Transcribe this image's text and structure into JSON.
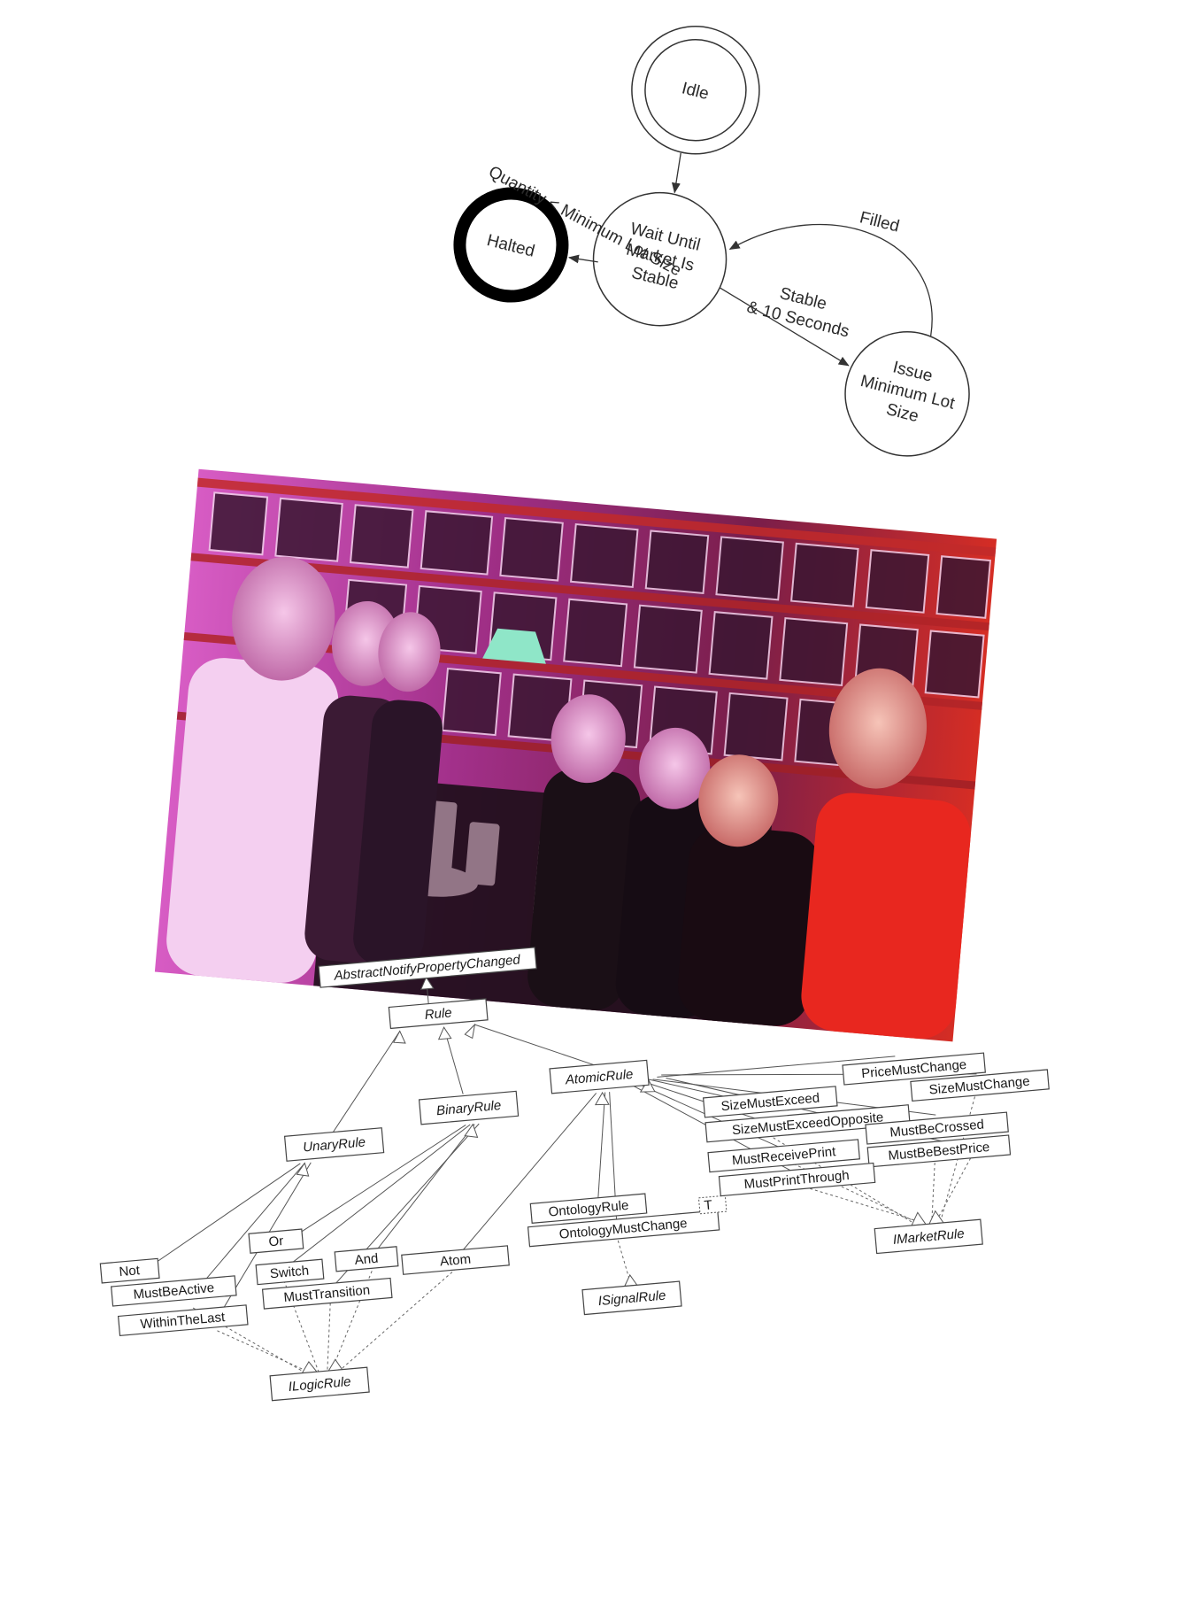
{
  "state_diagram": {
    "states": [
      {
        "id": "idle",
        "label_lines": [
          "Idle"
        ]
      },
      {
        "id": "wait",
        "label_lines": [
          "Wait Until",
          "Market Is",
          "Stable"
        ]
      },
      {
        "id": "halted",
        "label_lines": [
          "Halted"
        ]
      },
      {
        "id": "issue",
        "label_lines": [
          "Issue",
          "Minimum Lot",
          "Size"
        ]
      }
    ],
    "transitions": {
      "filled": "Filled",
      "quantity": "Quantity < Minimum Lot Size",
      "stable_1": "Stable",
      "stable_2": "& 10 Seconds"
    }
  },
  "photo": {
    "description_hidden": true,
    "palette": {
      "magenta": "#c2399a",
      "red": "#e8271f",
      "dark": "#1c0e18",
      "pink": "#f2b6e6",
      "lamp": "#8fe6c8"
    }
  },
  "class_diagram": {
    "classes": {
      "abstract": "AbstractNotifyPropertyChanged",
      "rule": "Rule",
      "unary": "UnaryRule",
      "binary": "BinaryRule",
      "atomic": "AtomicRule",
      "not": "Not",
      "must_be_active": "MustBeActive",
      "within_the_last": "WithinTheLast",
      "or": "Or",
      "switch": "Switch",
      "and": "And",
      "must_transition": "MustTransition",
      "atom": "Atom",
      "ontology_rule": "OntologyRule",
      "ontology_must_change": "OntologyMustChange",
      "t_param": "T",
      "size_must_exceed": "SizeMustExceed",
      "price_must_change": "PriceMustChange",
      "size_must_exceed_opposite": "SizeMustExceedOpposite",
      "size_must_change": "SizeMustChange",
      "must_be_crossed": "MustBeCrossed",
      "must_receive_print": "MustReceivePrint",
      "must_be_best_price": "MustBeBestPrice",
      "must_print_through": "MustPrintThrough",
      "ilogic_rule": "ILogicRule",
      "isignal_rule": "ISignalRule",
      "imarket_rule": "IMarketRule"
    }
  }
}
